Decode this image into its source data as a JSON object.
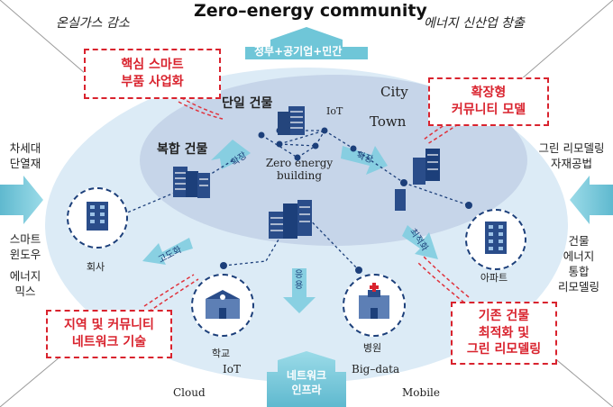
{
  "title": "Zero–energy community",
  "corner_left": "온실가스 감소",
  "corner_right": "에너지 신산업 창출",
  "top_arrow": "정부+공기업+민간",
  "bottom_arrow": [
    "네트워크",
    "인프라"
  ],
  "rings": {
    "city": "City",
    "town": "Town"
  },
  "center": [
    "Zero energy",
    "building"
  ],
  "iot_center": "IoT",
  "single_building": "단일 건물",
  "complex_building": "복합 건물",
  "red_boxes": {
    "top_left": [
      "핵심 스마트",
      "부품 사업화"
    ],
    "top_right": [
      "확장형",
      "커뮤니티 모델"
    ],
    "bottom_left": [
      "지역 및 커뮤니티",
      "네트워크 기술"
    ],
    "bottom_right": [
      "기존 건물",
      "최적화 및",
      "그린 리모델링"
    ]
  },
  "left_side": {
    "top": [
      "차세대",
      "단열재"
    ],
    "mid": [
      "스마트",
      "윈도우"
    ],
    "bottom": [
      "에너지",
      "믹스"
    ]
  },
  "right_side": {
    "top": [
      "그린 리모델링",
      "자재공법"
    ],
    "bottom": [
      "건물",
      "에너지",
      "통합",
      "리모델링"
    ]
  },
  "nodes": {
    "company": "회사",
    "school": "학교",
    "hospital": "병원",
    "apartment": "아파트"
  },
  "arrows": {
    "expand1": "확장",
    "expand2": "확장",
    "advance": "고도화",
    "optimize": "최적화",
    "apply": "응용"
  },
  "bottom_tech": {
    "iot": "IoT",
    "bigdata": "Big–data",
    "cloud": "Cloud",
    "mobile": "Mobile"
  },
  "colors": {
    "accent_blue": "#1c3f7a",
    "red": "#d9232e",
    "cyan_arrow": "#6fc6d8",
    "ellipse_outer": "#dcebf6",
    "ellipse_inner": "#c9d7ea"
  }
}
